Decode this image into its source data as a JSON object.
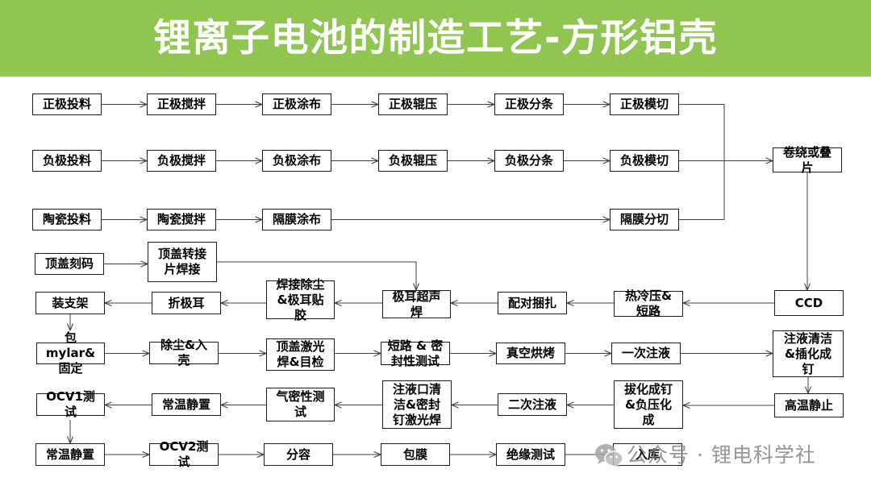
{
  "header": {
    "title": "锂离子电池的制造工艺-方形铝壳"
  },
  "electrode_prep": {
    "cathode": [
      "正极投料",
      "正极搅拌",
      "正极涂布",
      "正极辊压",
      "正极分条",
      "正极模切"
    ],
    "anode": [
      "负极投料",
      "负极搅拌",
      "负极涂布",
      "负极辊压",
      "负极分条",
      "负极模切"
    ],
    "separator": [
      "陶瓷投料",
      "陶瓷搅拌",
      "隔膜涂布",
      "隔膜分切"
    ]
  },
  "winding": "卷绕或叠\n片",
  "top_cap": [
    "顶盖刻码",
    "顶盖转接\n片焊接"
  ],
  "assembly": {
    "row1": [
      "装支架",
      "折极耳",
      "焊接除尘\n&极耳贴\n胶",
      "极耳超声\n焊",
      "配对捆扎",
      "热冷压&\n短路",
      "CCD"
    ],
    "row2": [
      "包\nmylar&\n固定",
      "除尘&入\n壳",
      "顶盖激光\n焊&目检",
      "短路 & 密\n封性测试",
      "真空烘烤",
      "一次注液",
      "注液清洁\n&插化成\n钉"
    ],
    "row3": [
      "OCV1测\n试",
      "常温静置",
      "气密性测\n试",
      "注液口清\n洁&密封\n钉激光焊",
      "二次注液",
      "拔化成钉\n&负压化\n成",
      "高温静止"
    ],
    "row4": [
      "常温静置",
      "OCV2测\n试",
      "分容",
      "包膜",
      "绝缘测试",
      "入库"
    ]
  },
  "watermark": {
    "icon": "wechat-icon",
    "text": "公众号 · 锂电科学社"
  },
  "colors": {
    "header_background": "#8fc550",
    "header_text": "#ffffff",
    "box_border": "#1a1a1a",
    "arrow": "#404040",
    "watermark": "#828282"
  }
}
